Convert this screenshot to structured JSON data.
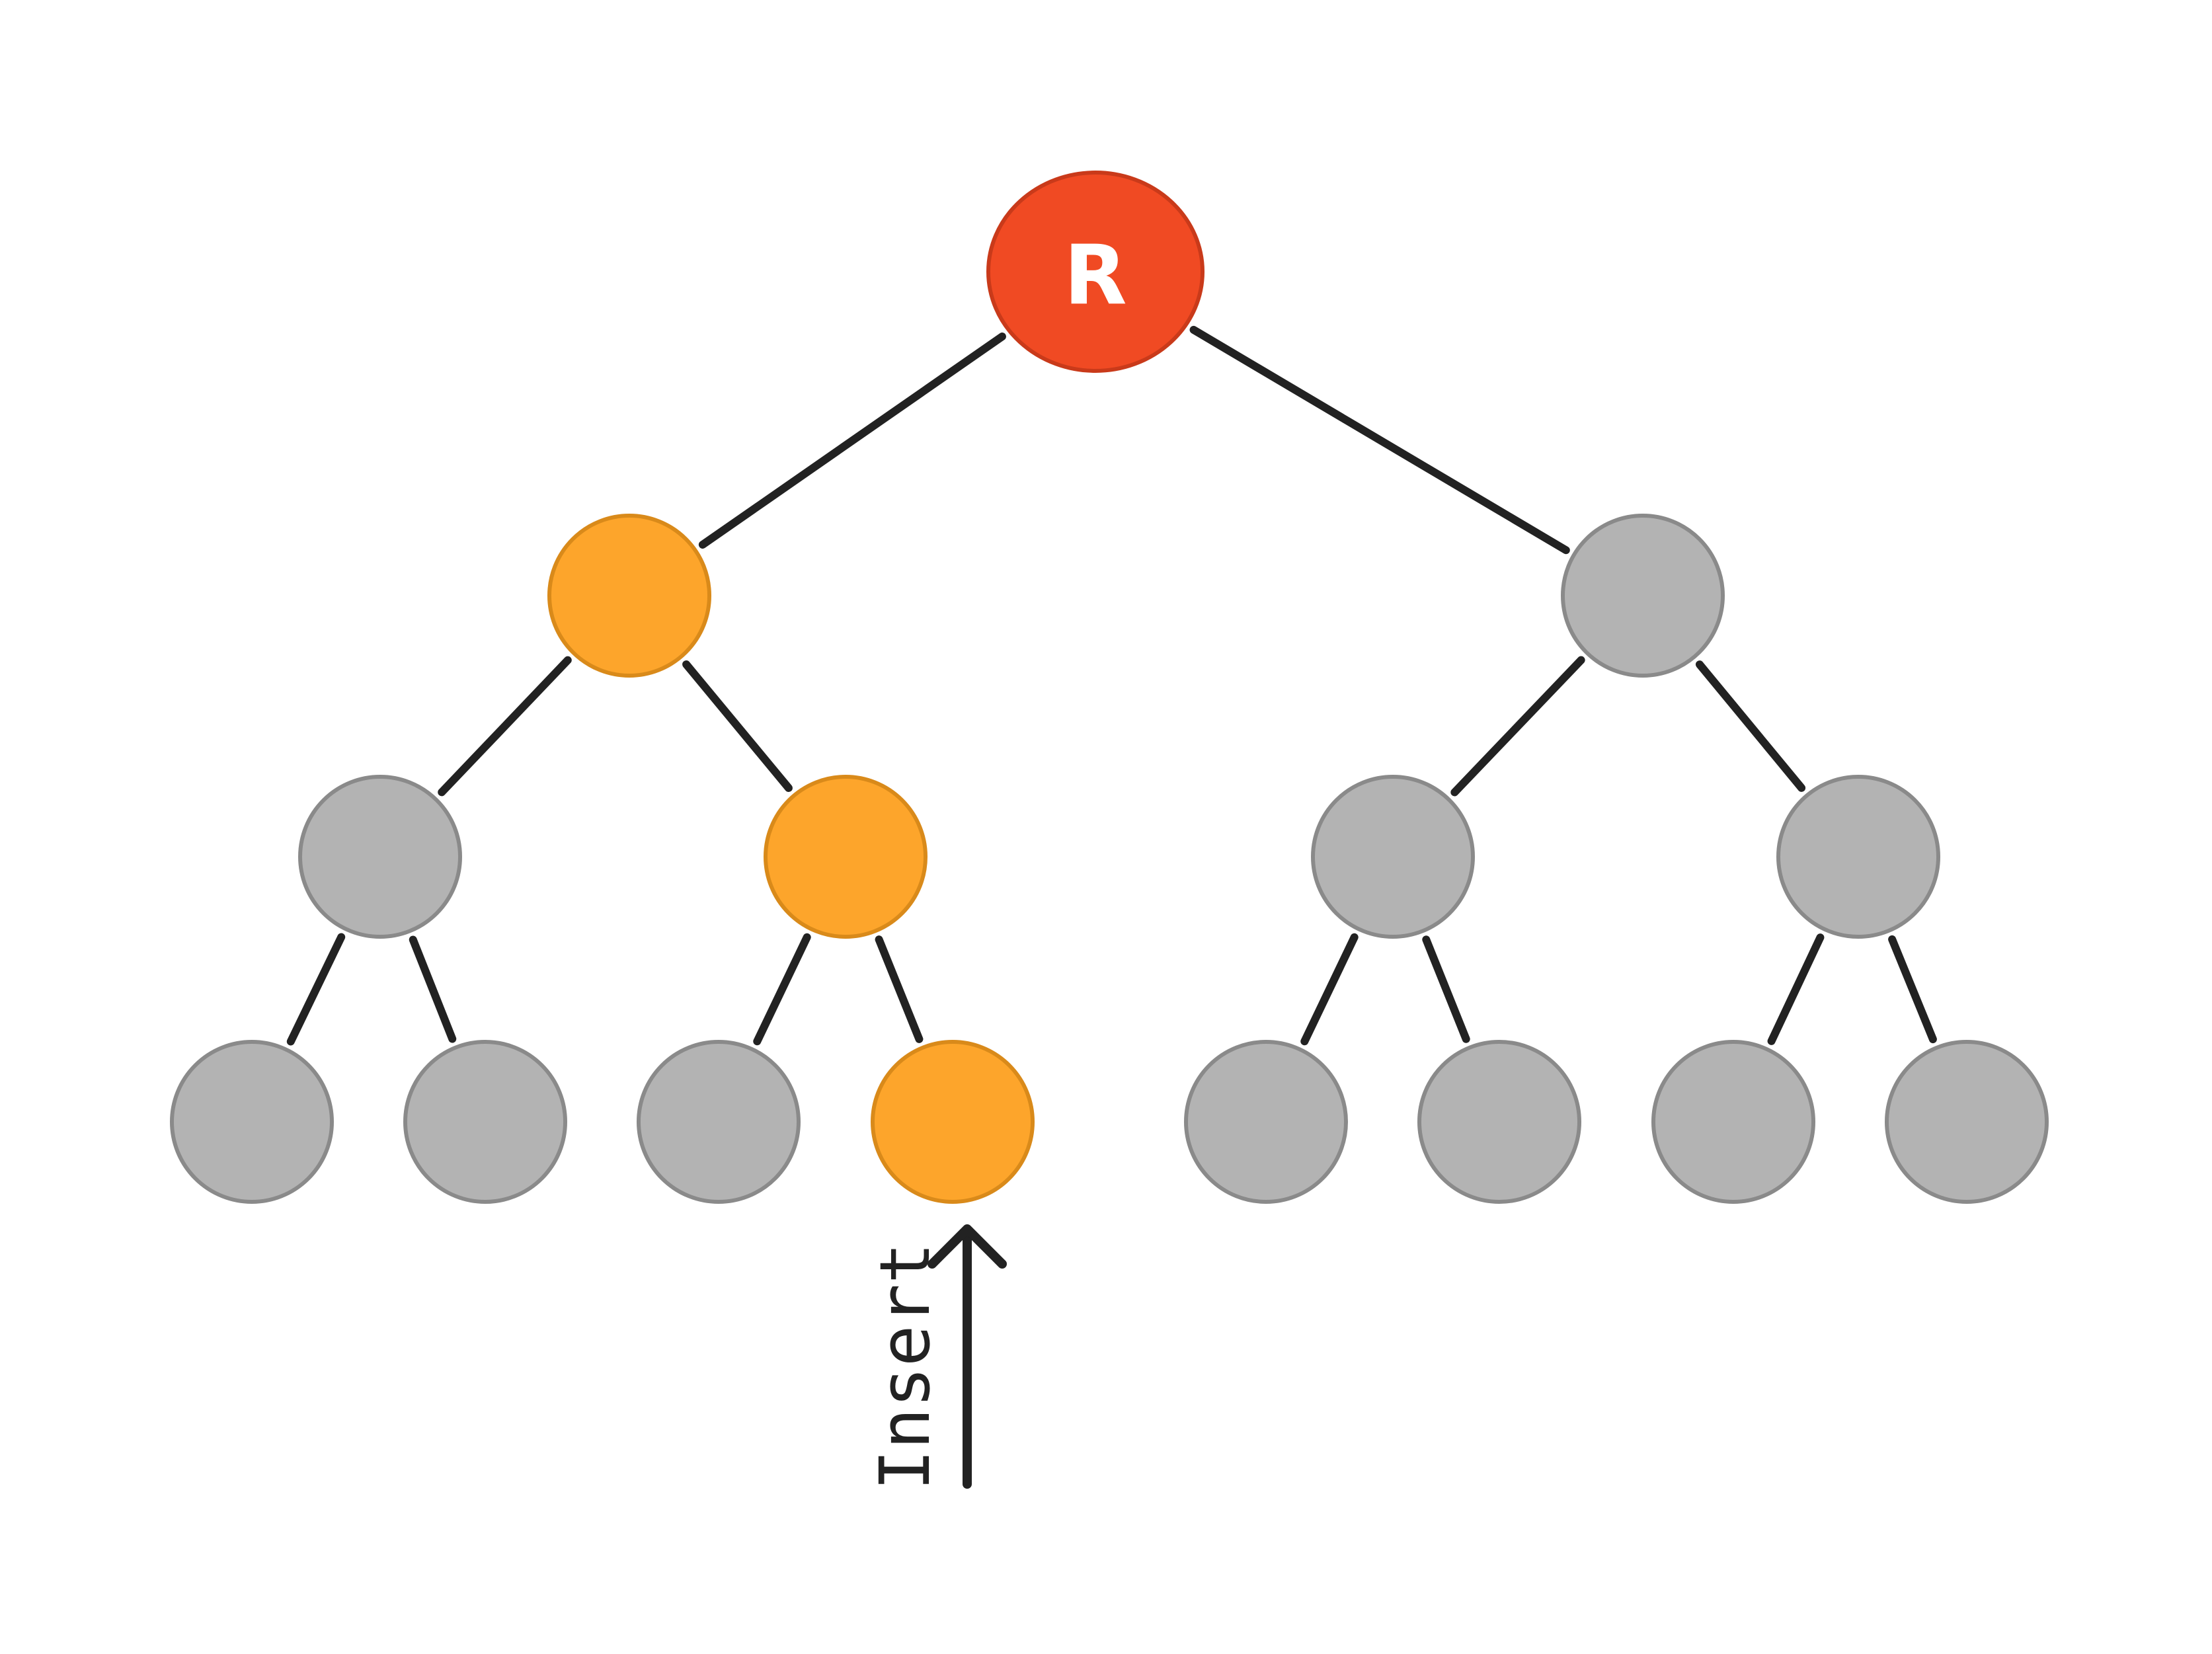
{
  "colors": {
    "root_fill": "#f04a23",
    "root_stroke": "#c93a1a",
    "path_fill": "#fda52b",
    "path_stroke": "#d98a1a",
    "node_fill": "#b3b3b3",
    "node_stroke": "#8a8a8a",
    "edge": "#222222"
  },
  "tree": {
    "root_label": "R",
    "insert_label": "Insert",
    "nodes": [
      {
        "id": "root",
        "label": "R",
        "state": "root"
      },
      {
        "id": "l",
        "label": "",
        "state": "path"
      },
      {
        "id": "r",
        "label": "",
        "state": "default"
      },
      {
        "id": "ll",
        "label": "",
        "state": "default"
      },
      {
        "id": "lr",
        "label": "",
        "state": "path"
      },
      {
        "id": "rl",
        "label": "",
        "state": "default"
      },
      {
        "id": "rr",
        "label": "",
        "state": "default"
      },
      {
        "id": "lll",
        "label": "",
        "state": "default"
      },
      {
        "id": "llr",
        "label": "",
        "state": "default"
      },
      {
        "id": "lrl",
        "label": "",
        "state": "default"
      },
      {
        "id": "lrr",
        "label": "",
        "state": "path"
      },
      {
        "id": "rll",
        "label": "",
        "state": "default"
      },
      {
        "id": "rlr",
        "label": "",
        "state": "default"
      },
      {
        "id": "rrl",
        "label": "",
        "state": "default"
      },
      {
        "id": "rrr",
        "label": "",
        "state": "default"
      }
    ],
    "edges": [
      [
        "root",
        "l"
      ],
      [
        "root",
        "r"
      ],
      [
        "l",
        "ll"
      ],
      [
        "l",
        "lr"
      ],
      [
        "r",
        "rl"
      ],
      [
        "r",
        "rr"
      ],
      [
        "ll",
        "lll"
      ],
      [
        "ll",
        "llr"
      ],
      [
        "lr",
        "lrl"
      ],
      [
        "lr",
        "lrr"
      ],
      [
        "rl",
        "rll"
      ],
      [
        "rl",
        "rlr"
      ],
      [
        "rr",
        "rrl"
      ],
      [
        "rr",
        "rrr"
      ]
    ],
    "insert_target": "lrr"
  }
}
